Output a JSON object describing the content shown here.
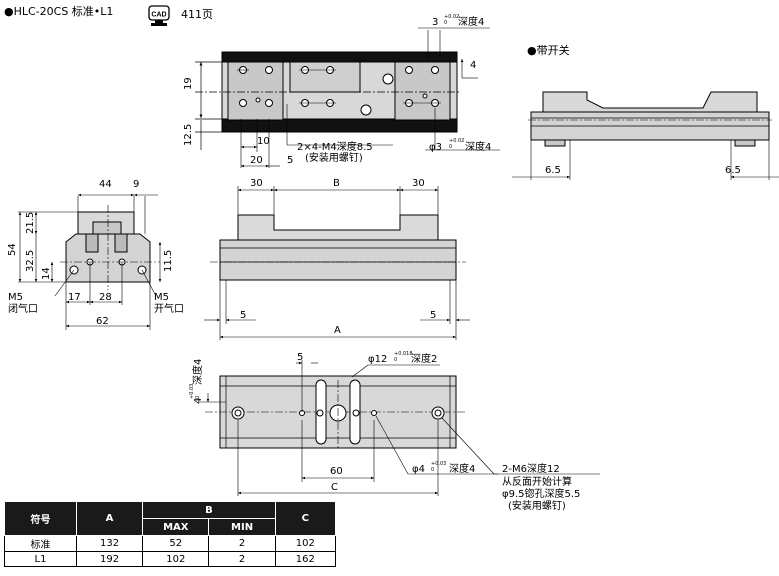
{
  "header": {
    "title": "●HLC-20CS 标准•L1",
    "cad_label": "CAD",
    "page_ref": "411页"
  },
  "switch_label": "●带开关",
  "top_view": {
    "dim_3": "3",
    "tol_3": "+0.02\n0",
    "depth_4": "深度4",
    "dim_4": "4",
    "dim_19": "19",
    "dim_12_5": "12.5",
    "dim_10": "10",
    "dim_20": "20",
    "dim_5": "5",
    "hole_note_1": "2×4-M4深度8.5",
    "hole_note_2": "(安装用螺钉)",
    "phi3": "φ3",
    "phi3_tol": "+0.02\n0",
    "phi3_depth": "深度4"
  },
  "switch_view": {
    "dim_left": "6.5",
    "dim_right": "6.5"
  },
  "end_view": {
    "dim_44": "44",
    "dim_9": "9",
    "dim_54": "54",
    "dim_21_5": "21.5",
    "dim_32_5": "32.5",
    "dim_14": "14",
    "dim_11_5": "11.5",
    "dim_17": "17",
    "dim_28": "28",
    "dim_62": "62",
    "port_left_1": "M5",
    "port_left_2": "闭气口",
    "port_right_1": "M5",
    "port_right_2": "开气口"
  },
  "side_view": {
    "dim_30a": "30",
    "dim_b": "B",
    "dim_30b": "30",
    "dim_5a": "5",
    "dim_5b": "5",
    "dim_a": "A"
  },
  "bottom_view": {
    "dim_5": "5",
    "phi12": "φ12",
    "phi12_tol": "+0.018\n0",
    "phi12_depth": "深度2",
    "left_tol": "+0.03\n0",
    "left_dim": "4",
    "left_depth": "深度4",
    "dim_60": "60",
    "dim_c": "C",
    "phi4": "φ4",
    "phi4_tol": "+0.03\n0",
    "phi4_depth": "深度4",
    "note_1": "2-M6深度12",
    "note_2": "从反面开始计算",
    "note_3": "φ9.5锪孔深度5.5",
    "note_4": "(安装用螺钉)"
  },
  "table": {
    "headers": {
      "symbol": "符号",
      "a": "A",
      "b": "B",
      "max": "MAX",
      "min": "MIN",
      "c": "C"
    },
    "rows": [
      {
        "name": "标准",
        "a": "132",
        "max": "52",
        "min": "2",
        "c": "102"
      },
      {
        "name": "L1",
        "a": "192",
        "max": "102",
        "min": "2",
        "c": "162"
      }
    ]
  }
}
